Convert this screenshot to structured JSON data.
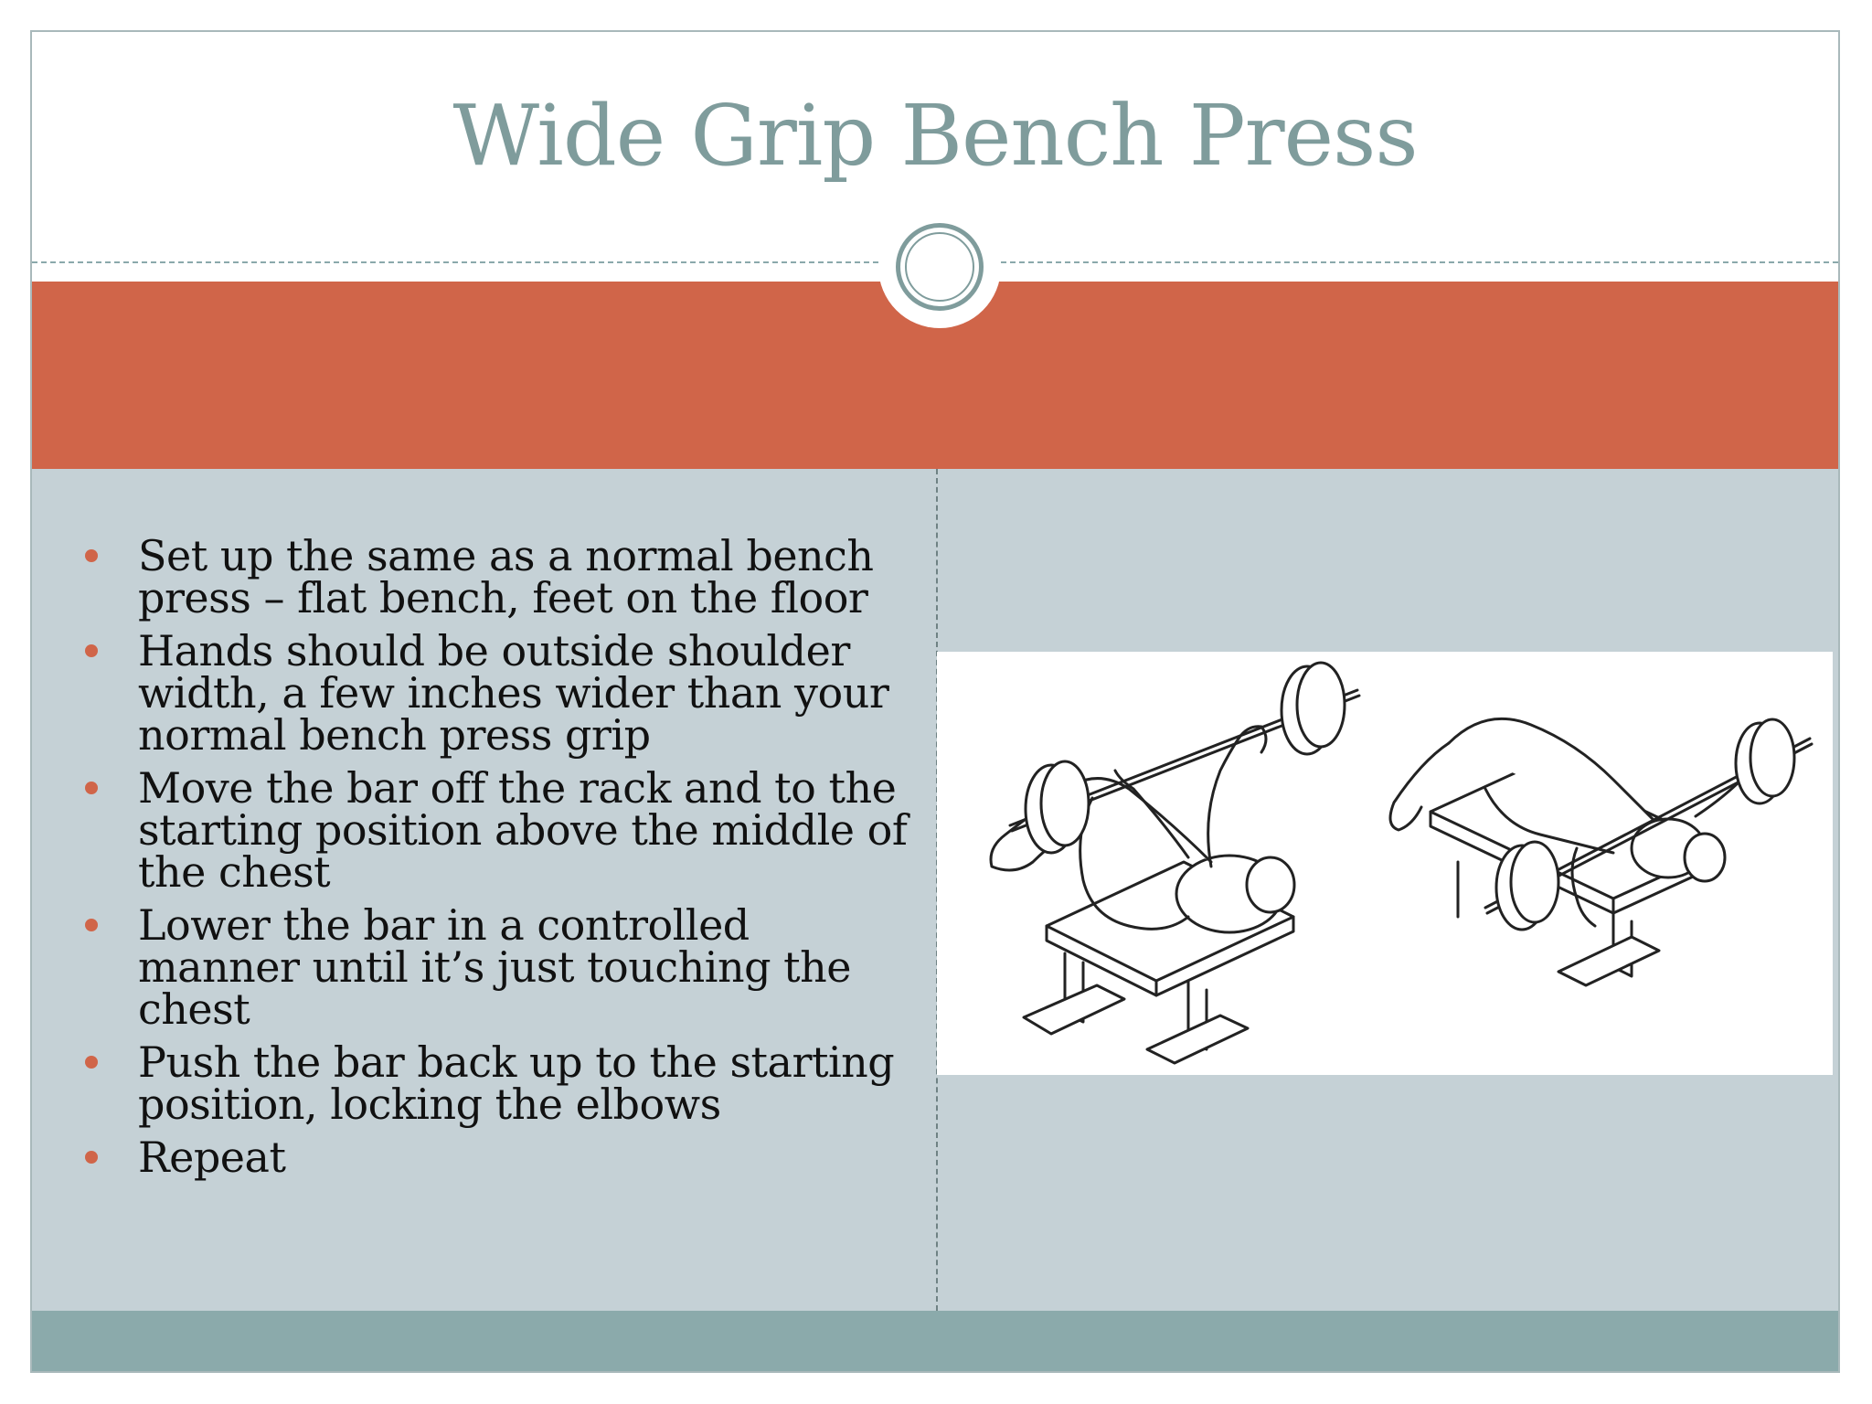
{
  "slide": {
    "title": "Wide Grip Bench Press",
    "accent_color": "#d06549",
    "title_color": "#7f9c9c",
    "content_bg": "#c5d1d6",
    "footer_color": "#8baaab",
    "bullets": [
      "Set up the same as a normal bench press – flat bench, feet on the floor",
      "Hands should be outside shoulder width, a few inches wider than your normal bench press grip",
      "Move the bar off the rack and to the starting position above the middle of the chest",
      "Lower the bar in a controlled manner until it’s just touching the chest",
      "Push the bar back up to the starting position, locking the elbows",
      "Repeat"
    ],
    "illustration": {
      "icon": "bench-press-illustration",
      "panels": [
        "bar-raised-position-figure",
        "bar-lowered-position-figure"
      ]
    }
  }
}
